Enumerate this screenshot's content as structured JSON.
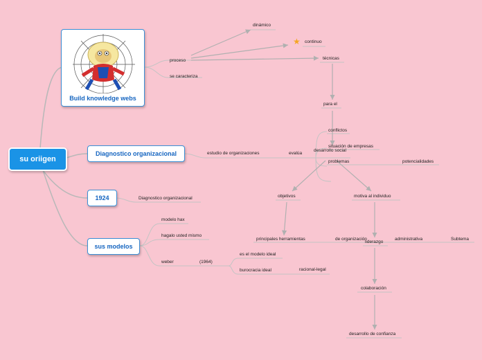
{
  "root": {
    "label": "su oriigen"
  },
  "branches": {
    "build": "Build knowledge webs",
    "diagnostico": "Diagnostico organizacional",
    "year": "1924",
    "modelos": "sus modelos"
  },
  "image": {
    "icon": "spider-man-on-web-illustration"
  },
  "topics": {
    "proceso": "proceso",
    "se_caracteriza": "se caracteriza",
    "dinamico": "dinámico",
    "continuo": "continuo",
    "tecnicas": "técnicas",
    "para_el": "para el",
    "estudio": "estudio de organizaciones",
    "evalua": "evalúa",
    "desarrollo_social": "desarrollo social",
    "conflictos": "conflictos",
    "situacion": "situación de empresas",
    "problemas": "problemas",
    "potencialidades": "potencialidades",
    "diag_org": "Diagnostico organizacional",
    "objetivos": "objetivos",
    "motiva": "motiva al individuo",
    "herramientas": "principales herramientas",
    "de_organizacion": "de organización",
    "liderazgo": "liderazgo",
    "administrativa": "administrativa",
    "subtema": "Subtema",
    "colaboracion": "colaboración",
    "confianza": "desarrollo de confianza",
    "modelo_hax": "modelo hax",
    "hagalo": "hagalo  usted mismo",
    "weber": "weber",
    "anio_weber": "(1964)",
    "modelo_ideal": "es el modelo ideal",
    "burocracia": "burocracia ideal",
    "racional": "racional-legal"
  },
  "colors": {
    "root": "#1a93e6",
    "border": "#3a8fd6",
    "line": "#b0b0b0",
    "background": "#f9c6d1"
  }
}
